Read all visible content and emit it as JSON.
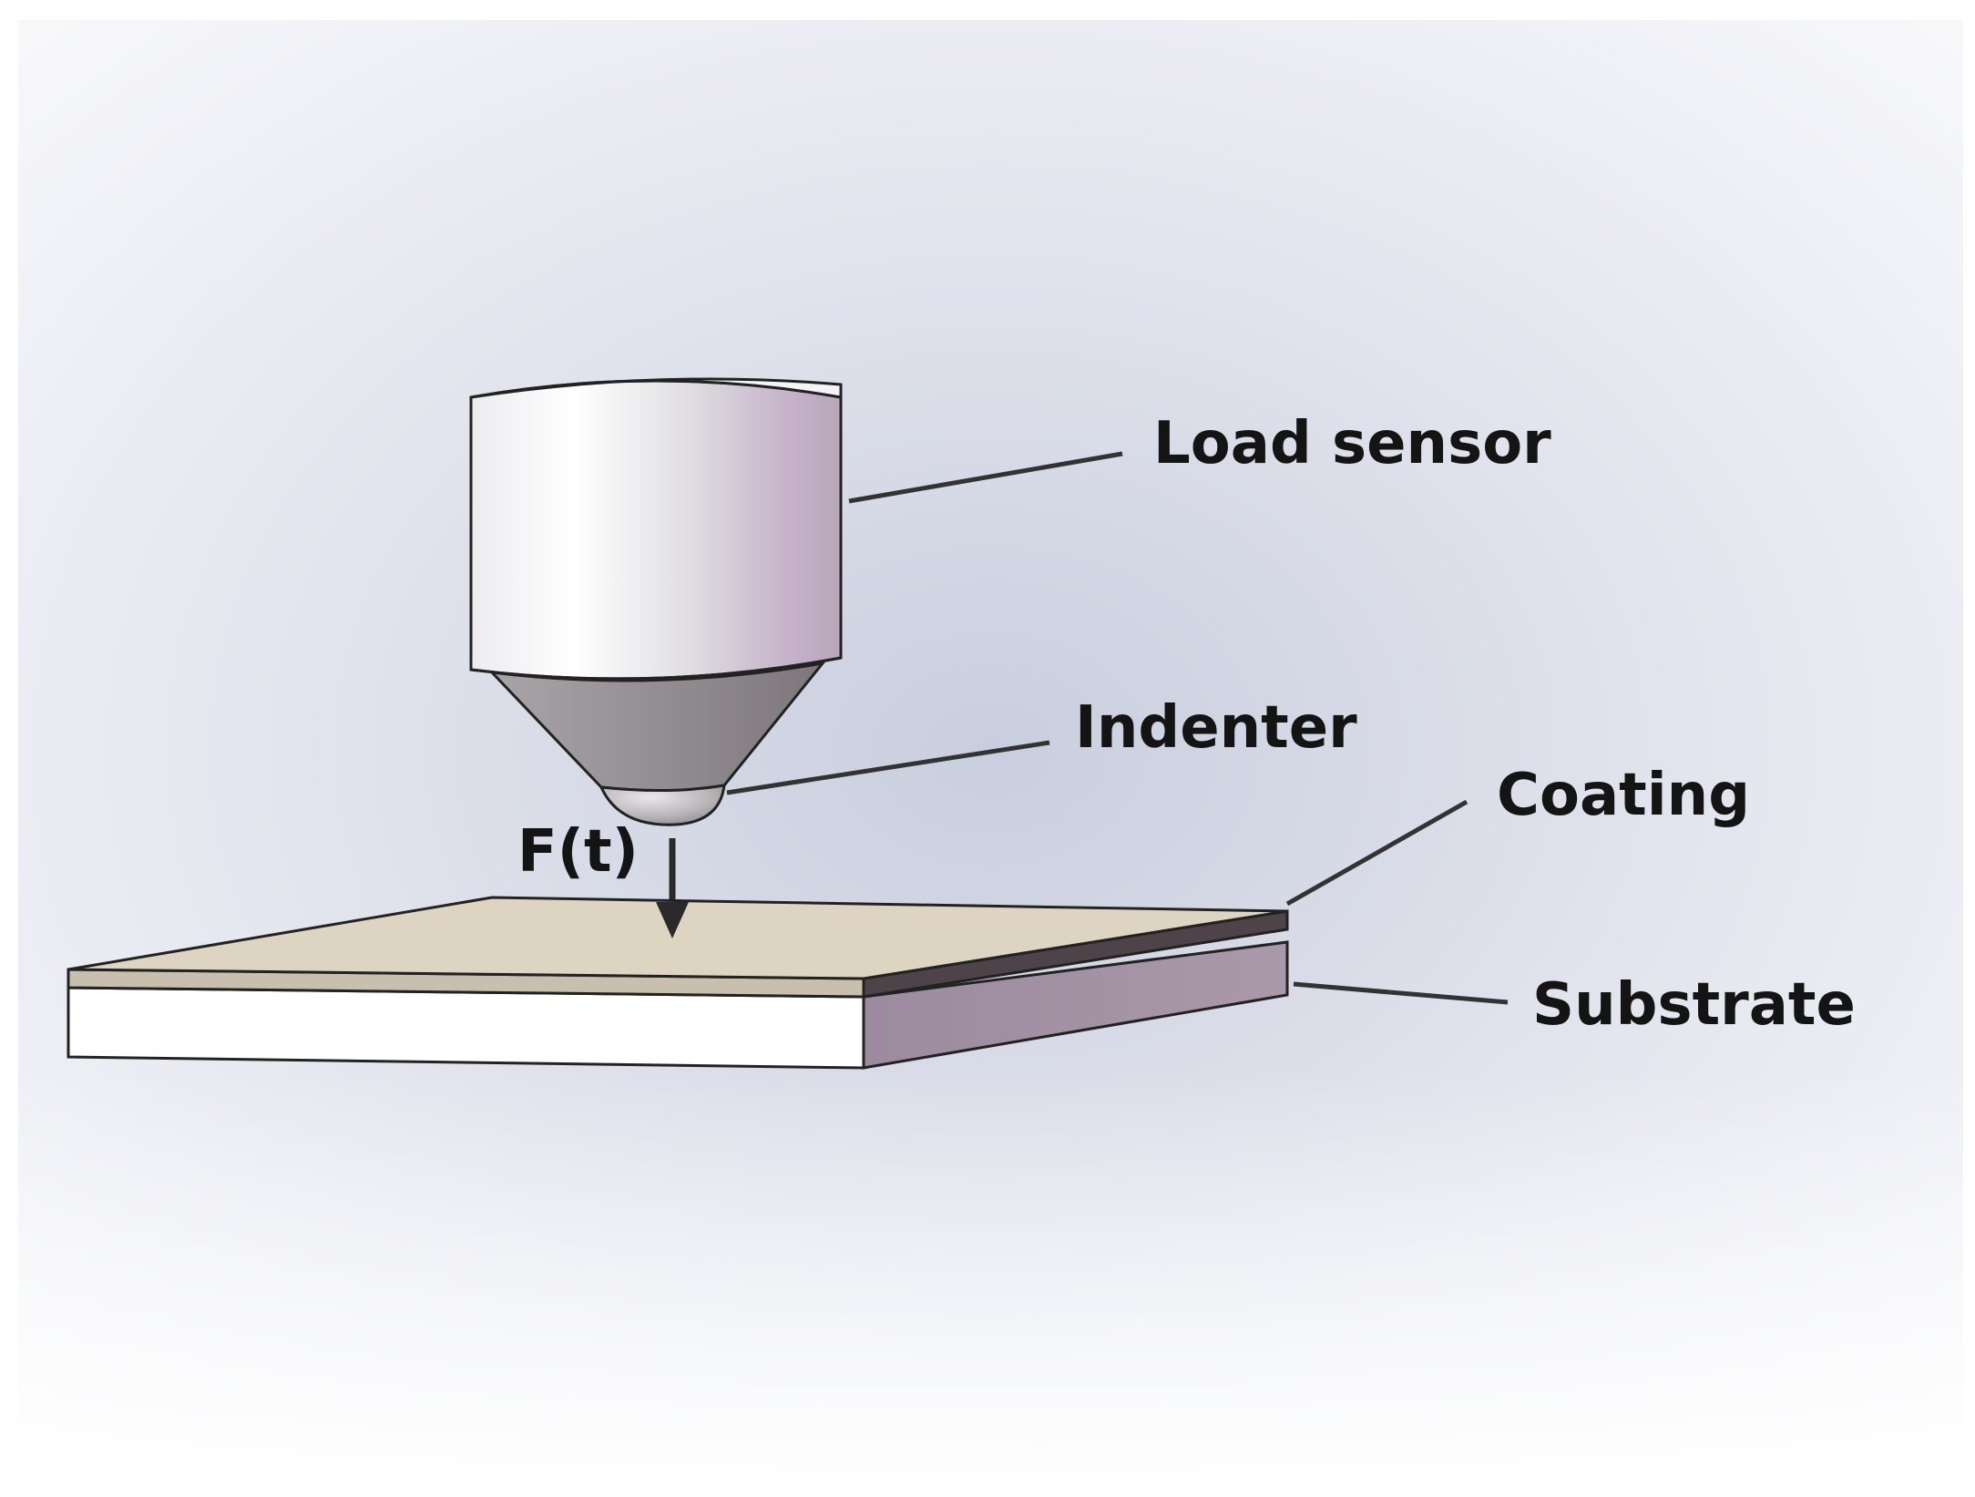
{
  "diagram": {
    "labels": {
      "load_sensor": "Load sensor",
      "indenter": "Indenter",
      "coating": "Coating",
      "substrate": "Substrate",
      "force": "F(t)"
    },
    "colors": {
      "background_tint": "#d8dbe8",
      "cylinder_light": "#ffffff",
      "cylinder_dark": "#c4b0c8",
      "cone": "#8f8a8e",
      "tip": "#b8b6ba",
      "coating_top": "#ded4c2",
      "coating_side": "#4d4349",
      "substrate_front": "#ffffff",
      "substrate_side": "#a18fa3",
      "leader_line": "#333333"
    }
  }
}
